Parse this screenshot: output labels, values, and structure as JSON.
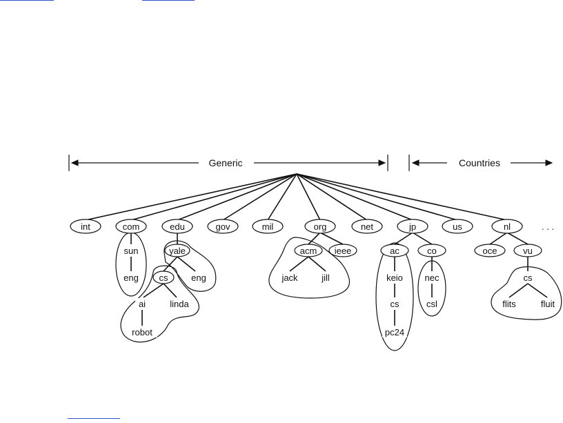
{
  "header": {
    "generic": "Generic",
    "countries": "Countries",
    "ellipsis": ". . ."
  },
  "top_level_domains": [
    "int",
    "com",
    "edu",
    "gov",
    "mil",
    "org",
    "net",
    "jp",
    "us",
    "nl"
  ],
  "nodes": {
    "int": "int",
    "com": "com",
    "edu": "edu",
    "gov": "gov",
    "mil": "mil",
    "org": "org",
    "net": "net",
    "jp": "jp",
    "us": "us",
    "nl": "nl",
    "sun": "sun",
    "eng1": "eng",
    "yale": "yale",
    "eng2": "eng",
    "cs1": "cs",
    "ai": "ai",
    "linda": "linda",
    "robot": "robot",
    "acm": "acm",
    "ieee": "ieee",
    "jack": "jack",
    "jill": "jill",
    "ac": "ac",
    "co": "co",
    "keio": "keio",
    "cs2": "cs",
    "pc24": "pc24",
    "nec": "nec",
    "csl": "csl",
    "oce": "oce",
    "vu": "vu",
    "cs3": "cs",
    "flits": "flits",
    "fluit": "fluit"
  },
  "colors": {
    "line": "#111111",
    "link_underline": "#2b50c8"
  }
}
